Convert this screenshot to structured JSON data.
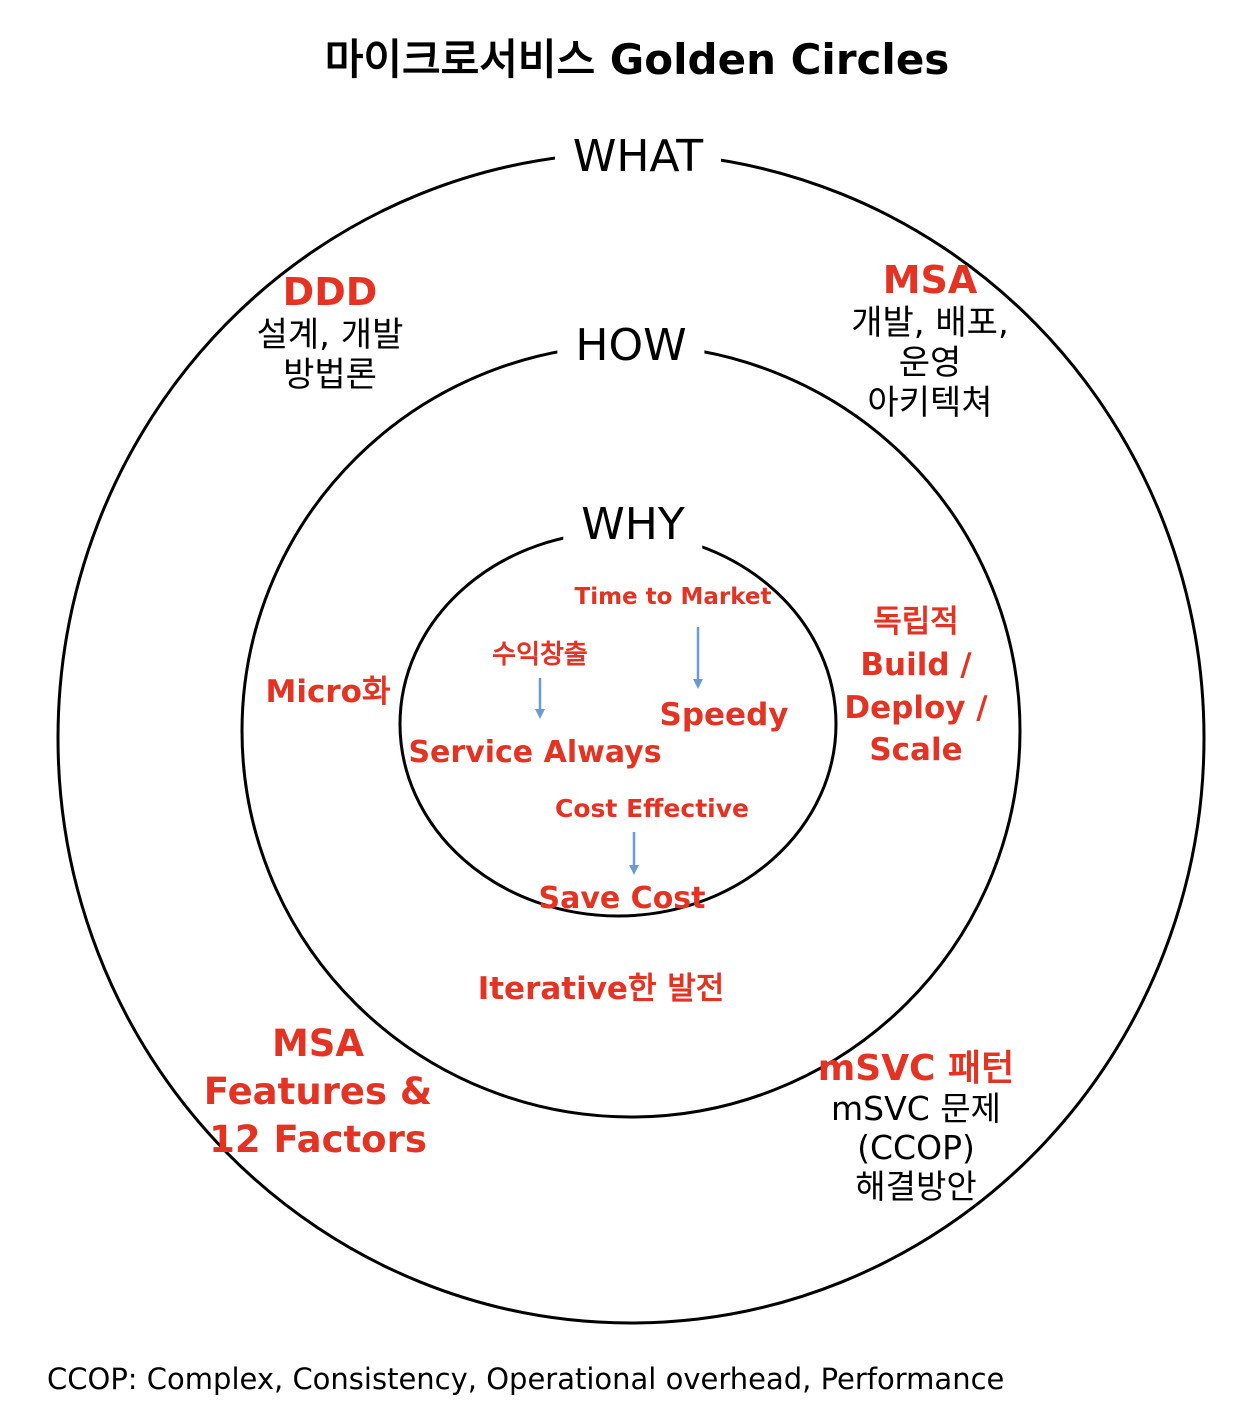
{
  "title": "마이크로서비스 Golden Circles",
  "rings": {
    "what": "WHAT",
    "how": "HOW",
    "why": "WHY"
  },
  "what_ring": {
    "ddd": {
      "head": "DDD",
      "lines": [
        "설계, 개발",
        "방법론"
      ]
    },
    "msa_arch": {
      "head": "MSA",
      "lines": [
        "개발, 배포,",
        "운영",
        "아키텍쳐"
      ]
    },
    "msa_features": {
      "lines": [
        "MSA",
        "Features &",
        "12 Factors"
      ]
    },
    "msvc_pattern": {
      "head": "mSVC 패턴",
      "lines": [
        "mSVC 문제",
        "(CCOP)",
        "해결방안"
      ]
    }
  },
  "how_ring": {
    "micro": "Micro화",
    "independent": [
      "독립적",
      "Build /",
      "Deploy /",
      "Scale"
    ],
    "iterative": "Iterative한 발전"
  },
  "why_ring": {
    "time_to_market": "Time to Market",
    "speedy": "Speedy",
    "revenue": "수익창출",
    "service_always": "Service Always",
    "cost_effective": "Cost Effective",
    "save_cost": "Save Cost"
  },
  "colors": {
    "accent_red": "#e53323",
    "arrow_blue": "#6b9bd2",
    "ring_stroke": "#000000"
  },
  "footnote": "CCOP: Complex, Consistency, Operational overhead, Performance"
}
